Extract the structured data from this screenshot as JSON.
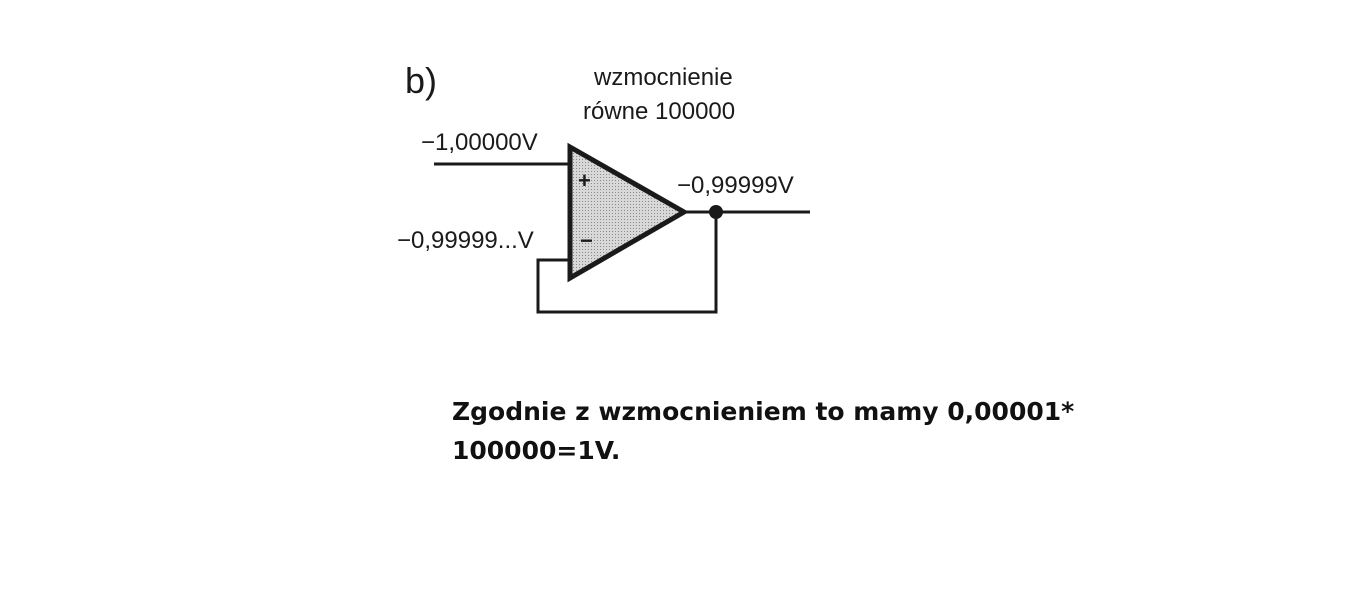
{
  "diagram": {
    "panel_label": "b)",
    "gain_label": [
      "wzmocnienie",
      "równe 100000"
    ],
    "input_plus_voltage": "−1,00000V",
    "input_minus_voltage": "−0,99999...V",
    "output_voltage": "−0,99999V",
    "plus_sign": "+",
    "minus_sign": "−",
    "colors": {
      "line": "#1a1a1a",
      "fill": "#cfcfcf"
    }
  },
  "caption": {
    "line1": "Zgodnie z wzmocnieniem to mamy 0,00001*",
    "line2": "100000=1V."
  }
}
